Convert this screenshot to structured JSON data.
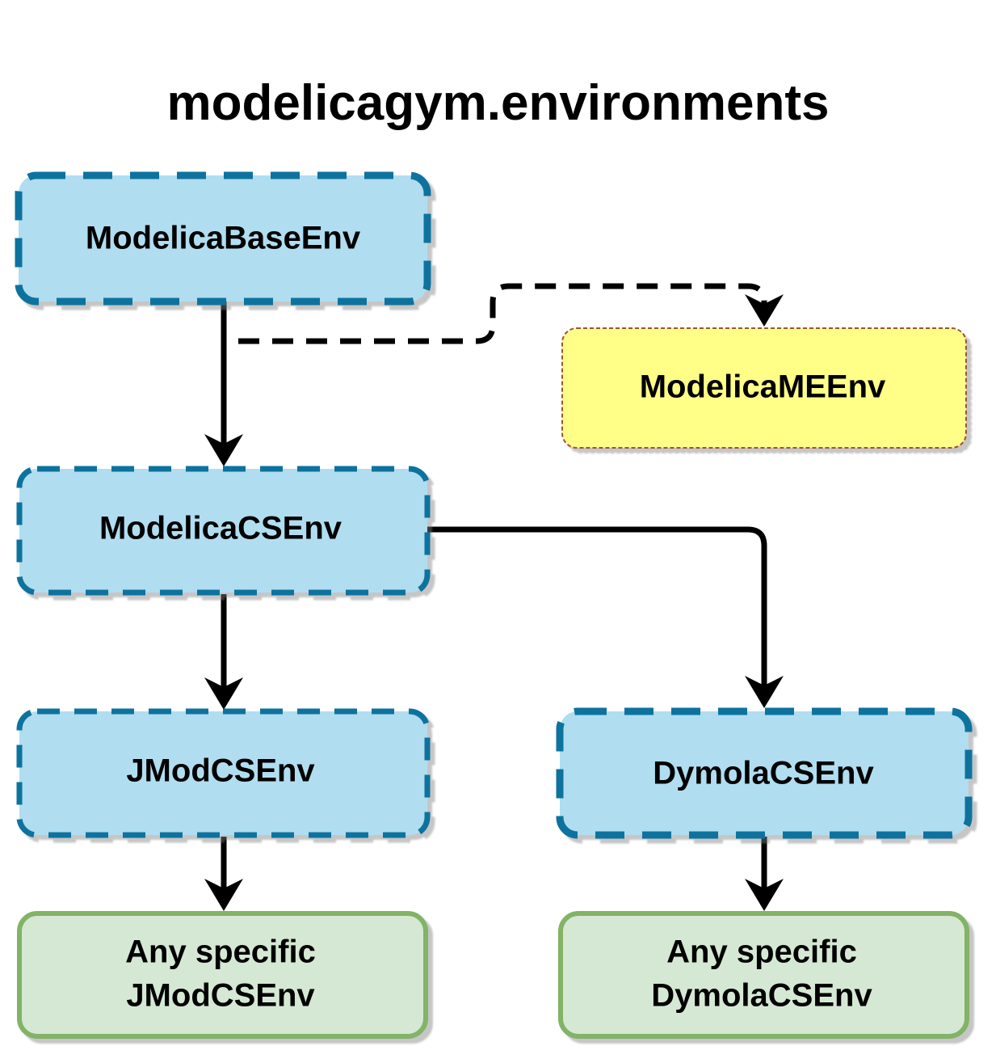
{
  "title": "modelicagym.environments",
  "colors": {
    "blue_fill": "#b1ddf0",
    "blue_border": "#10739e",
    "yellow_fill": "#ffff88",
    "yellow_border": "#a0522d",
    "green_fill": "#d5e8d4",
    "green_border": "#82b366",
    "edge": "#000000"
  },
  "nodes": {
    "base_env": {
      "label": "ModelicaBaseEnv"
    },
    "me_env": {
      "label": "ModelicaMEEnv"
    },
    "cs_env": {
      "label": "ModelicaCSEnv"
    },
    "jmod_env": {
      "label": "JModCSEnv"
    },
    "dymola_env": {
      "label": "DymolaCSEnv"
    },
    "jmod_specific": {
      "line1": "Any specific",
      "line2": "JModCSEnv"
    },
    "dymola_specific": {
      "line1": "Any specific",
      "line2": "DymolaCSEnv"
    }
  },
  "edges": [
    {
      "from": "ModelicaBaseEnv",
      "to": "ModelicaCSEnv",
      "style": "solid"
    },
    {
      "from": "ModelicaBaseEnv",
      "to": "ModelicaMEEnv",
      "style": "dashed"
    },
    {
      "from": "ModelicaCSEnv",
      "to": "JModCSEnv",
      "style": "solid"
    },
    {
      "from": "ModelicaCSEnv",
      "to": "DymolaCSEnv",
      "style": "solid"
    },
    {
      "from": "JModCSEnv",
      "to": "Any specific JModCSEnv",
      "style": "solid"
    },
    {
      "from": "DymolaCSEnv",
      "to": "Any specific DymolaCSEnv",
      "style": "solid"
    }
  ]
}
